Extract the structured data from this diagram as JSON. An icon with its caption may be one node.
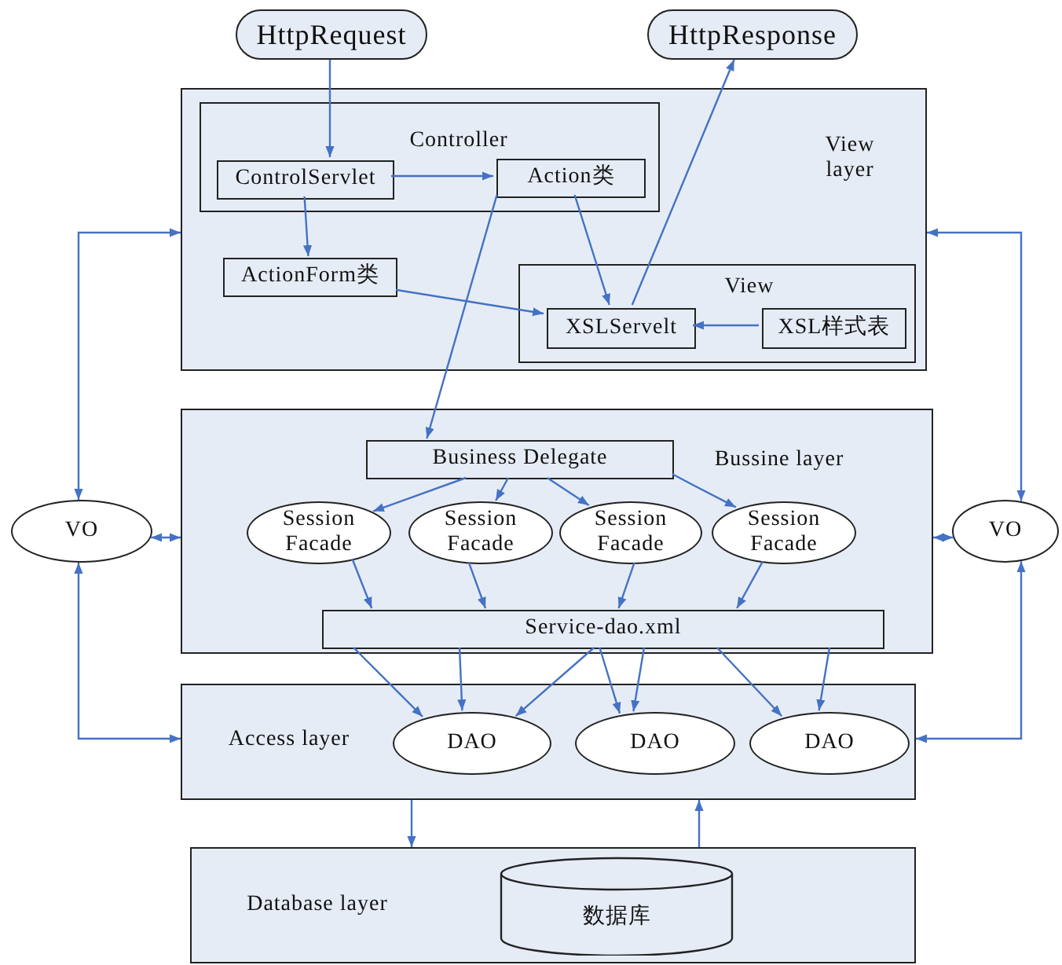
{
  "diagram": {
    "nodes": [
      {
        "text": [
          "HttpRequest"
        ]
      },
      {
        "text": [
          "HttpResponse"
        ]
      },
      {
        "text": [
          "View layer"
        ]
      },
      {
        "text": [
          "Controller"
        ],
        "in": 2
      },
      {
        "text": [
          "ControlServlet"
        ],
        "in": 3
      },
      {
        "text": [
          "Action类"
        ],
        "in": 3
      },
      {
        "text": [
          "ActionForm类"
        ],
        "in": 2
      },
      {
        "text": [
          "View"
        ],
        "in": 2
      },
      {
        "text": [
          "XSLServelt"
        ],
        "in": 7
      },
      {
        "text": [
          "XSL样式表"
        ],
        "in": 7
      },
      {
        "text": [
          "Bussine layer"
        ]
      },
      {
        "text": [
          "Business Delegate"
        ],
        "in": 10
      },
      {
        "text": [
          "Session Facade"
        ],
        "in": 10
      },
      {
        "text": [
          "Session Facade"
        ],
        "in": 10
      },
      {
        "text": [
          "Session Facade"
        ],
        "in": 10
      },
      {
        "text": [
          "Session Facade"
        ],
        "in": 10
      },
      {
        "text": [
          "Service-dao.xml"
        ],
        "in": 10
      },
      {
        "text": [
          "VO"
        ]
      },
      {
        "text": [
          "VO"
        ]
      },
      {
        "text": [
          "Access layer"
        ]
      },
      {
        "text": [
          "DAO"
        ],
        "in": 19
      },
      {
        "text": [
          "DAO"
        ],
        "in": 19
      },
      {
        "text": [
          "DAO"
        ],
        "in": 19
      },
      {
        "text": [
          "Database layer"
        ]
      },
      {
        "text": [
          "数据库"
        ],
        "in": 23
      }
    ],
    "edges": [
      {
        "from": 0,
        "to": 4,
        "arrow": "to"
      },
      {
        "from": 4,
        "to": 5,
        "arrow": "to"
      },
      {
        "from": 4,
        "to": 6,
        "arrow": "to"
      },
      {
        "from": 6,
        "to": 8,
        "arrow": "to"
      },
      {
        "from": 5,
        "to": 8,
        "arrow": "to"
      },
      {
        "from": 8,
        "to": 1,
        "arrow": "to"
      },
      {
        "from": 9,
        "to": 8,
        "arrow": "to"
      },
      {
        "from": 5,
        "to": 11,
        "arrow": "to"
      },
      {
        "from": 11,
        "to": 12,
        "arrow": "to"
      },
      {
        "from": 11,
        "to": 13,
        "arrow": "to"
      },
      {
        "from": 11,
        "to": 14,
        "arrow": "to"
      },
      {
        "from": 11,
        "to": 15,
        "arrow": "to"
      },
      {
        "from": 12,
        "to": 16,
        "arrow": "to"
      },
      {
        "from": 13,
        "to": 16,
        "arrow": "to"
      },
      {
        "from": 14,
        "to": 16,
        "arrow": "to"
      },
      {
        "from": 15,
        "to": 16,
        "arrow": "to"
      },
      {
        "from": 16,
        "to": 20,
        "arrow": "to"
      },
      {
        "from": 16,
        "to": 20,
        "arrow": "to"
      },
      {
        "from": 16,
        "to": 20,
        "arrow": "to"
      },
      {
        "from": 16,
        "to": 21,
        "arrow": "to"
      },
      {
        "from": 16,
        "to": 21,
        "arrow": "to"
      },
      {
        "from": 16,
        "to": 22,
        "arrow": "to"
      },
      {
        "from": 16,
        "to": 22,
        "arrow": "to"
      },
      {
        "from": 17,
        "to": 2,
        "arrow": "both"
      },
      {
        "from": 17,
        "to": 10,
        "arrow": "both"
      },
      {
        "from": 17,
        "to": 19,
        "arrow": "both"
      },
      {
        "from": 18,
        "to": 2,
        "arrow": "both"
      },
      {
        "from": 18,
        "to": 10,
        "arrow": "both"
      },
      {
        "from": 18,
        "to": 19,
        "arrow": "both"
      },
      {
        "from": 19,
        "to": 23,
        "arrow": "to"
      },
      {
        "from": 23,
        "to": 19,
        "arrow": "to"
      }
    ]
  }
}
